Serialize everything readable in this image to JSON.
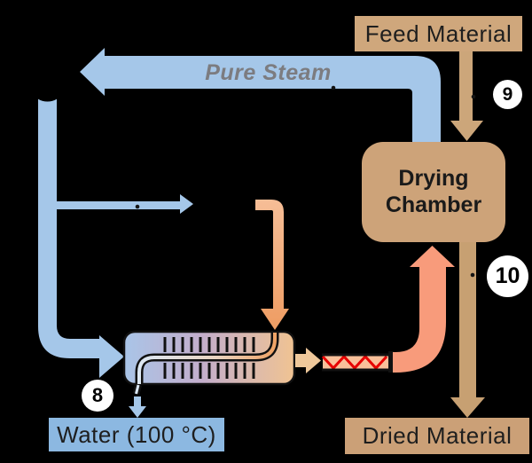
{
  "diagram": {
    "type": "superheated-steam-drying-process-flow",
    "labels": {
      "pure_steam": "Pure Steam",
      "feed_material": "Feed Material",
      "drying_chamber": "Drying Chamber",
      "dried_material": "Dried Material",
      "water_outlet": "Water (100 °C)"
    },
    "stream_badges": [
      {
        "id": "badge-8",
        "value": "8"
      },
      {
        "id": "badge-9",
        "value": "9"
      },
      {
        "id": "badge-10",
        "value": "10"
      }
    ],
    "colors": {
      "steam_blue": "#a5c7e9",
      "water_box_blue": "#8cb8e1",
      "material_tan": "#cfa77c",
      "compressed_steam_orange": "#f2ac79",
      "superheated_steam_salmon": "#f89b7b",
      "heater_red": "#e60000",
      "label_text": "#1e1e1e",
      "pure_steam_text": "#7c7c80",
      "background": "#000000"
    }
  }
}
